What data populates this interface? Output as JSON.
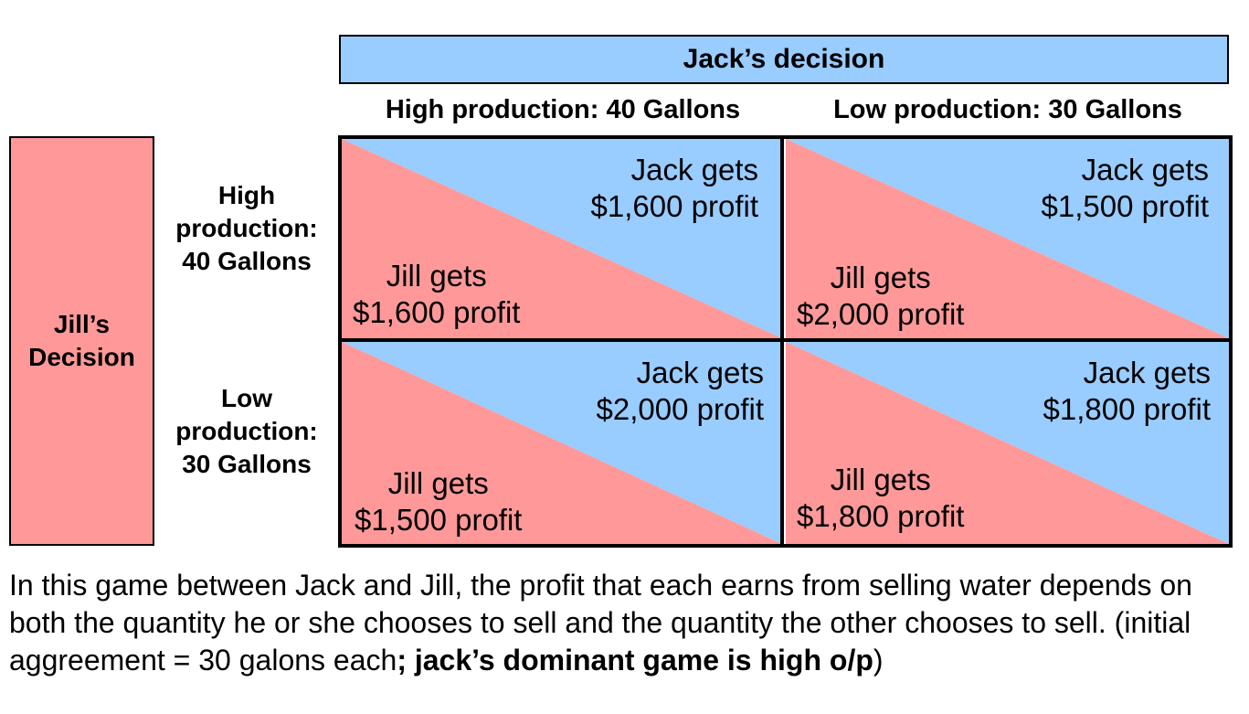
{
  "jack_header": "Jack’s decision",
  "columns": [
    {
      "label": "High production: 40 Gallons"
    },
    {
      "label": "Low production: 30 Gallons"
    }
  ],
  "jill_header": {
    "line1": "Jill’s",
    "line2": "Decision"
  },
  "rows": [
    {
      "line1": "High",
      "line2": "production:",
      "line3": "40 Gallons"
    },
    {
      "line1": "Low",
      "line2": "production:",
      "line3": "30 Gallons"
    }
  ],
  "cells": [
    {
      "jack_line1": "Jack gets",
      "jack_line2": "$1,600 profit",
      "jill_line1": "Jill gets",
      "jill_line2": "$1,600 profit"
    },
    {
      "jack_line1": "Jack gets",
      "jack_line2": "$1,500 profit",
      "jill_line1": "Jill gets",
      "jill_line2": "$2,000 profit"
    },
    {
      "jack_line1": "Jack gets",
      "jack_line2": "$2,000 profit",
      "jill_line1": "Jill gets",
      "jill_line2": "$1,500 profit"
    },
    {
      "jack_line1": "Jack gets",
      "jack_line2": "$1,800 profit",
      "jill_line1": "Jill gets",
      "jill_line2": "$1,800 profit"
    }
  ],
  "caption": {
    "normal": "In this game between Jack and Jill, the profit that each earns from selling water depends on both the quantity he or she chooses to sell and the quantity the other chooses to sell. (initial aggreement = 30 galons each",
    "bold": "; jack’s dominant game is high o/p",
    "end": ")"
  },
  "colors": {
    "jack": "#99ccff",
    "jill": "#ff9999"
  }
}
